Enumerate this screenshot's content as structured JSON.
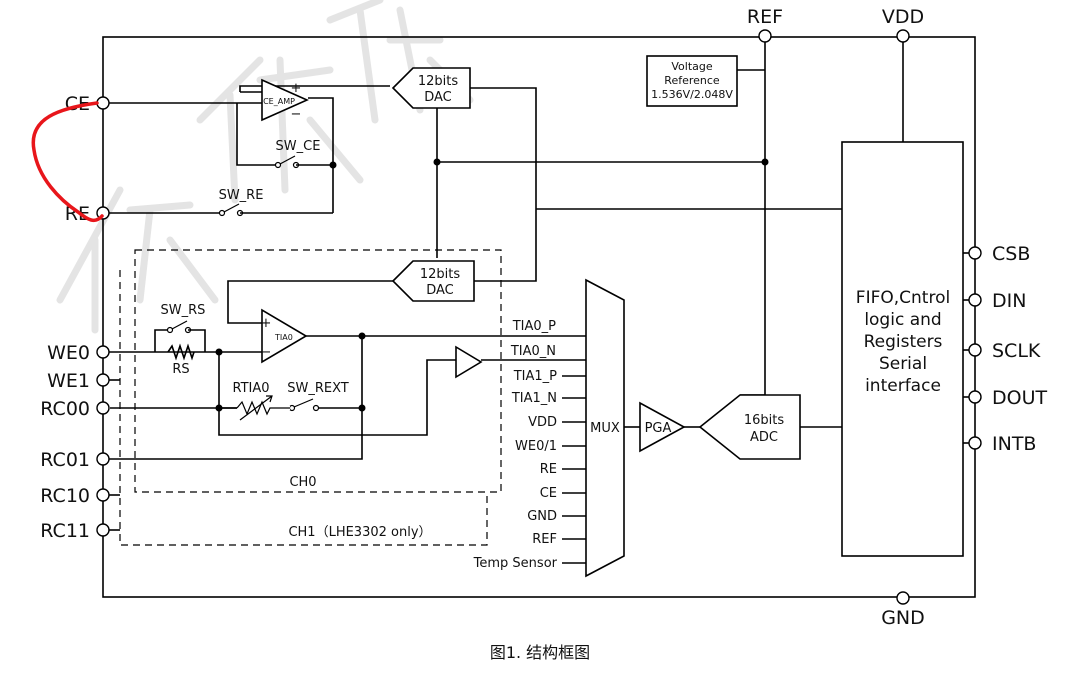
{
  "top_pins": [
    "REF",
    "VDD"
  ],
  "bottom_pin": "GND",
  "left_pins": [
    "CE",
    "RE",
    "WE0",
    "WE1",
    "RC00",
    "RC01",
    "RC10",
    "RC11"
  ],
  "right_pins": [
    "CSB",
    "DIN",
    "SCLK",
    "DOUT",
    "INTB"
  ],
  "blocks": {
    "voltage_reference": [
      "Voltage",
      "Reference",
      "1.536V/2.048V"
    ],
    "dac_top": [
      "12bits",
      "DAC"
    ],
    "dac_ch0": [
      "12bits",
      "DAC"
    ],
    "adc": [
      "16bits",
      "ADC"
    ],
    "pga": "PGA",
    "mux": "MUX",
    "fifo": [
      "FIFO,Cntrol",
      "logic and",
      "Registers",
      "Serial",
      "interface"
    ],
    "ce_amp": "CE_AMP",
    "tia": "TIA0"
  },
  "switches": [
    "SW_CE",
    "SW_RE",
    "SW_RS",
    "SW_REXT"
  ],
  "resistors": [
    "RS",
    "RTIA0"
  ],
  "mux_inputs": [
    "TIA0_P",
    "TIA0_N",
    "TIA1_P",
    "TIA1_N",
    "VDD",
    "WE0/1",
    "RE",
    "CE",
    "GND",
    "REF",
    "Temp Sensor"
  ],
  "regions": {
    "ch0": "CH0",
    "ch1": "CH1（LHE3302 only）"
  },
  "amp_signs": {
    "plus": "+",
    "minus": "−"
  },
  "caption": "图1. 结构框图",
  "colors": {
    "annotation_loop": "#e8161b",
    "watermark": "#d9d9d9"
  }
}
